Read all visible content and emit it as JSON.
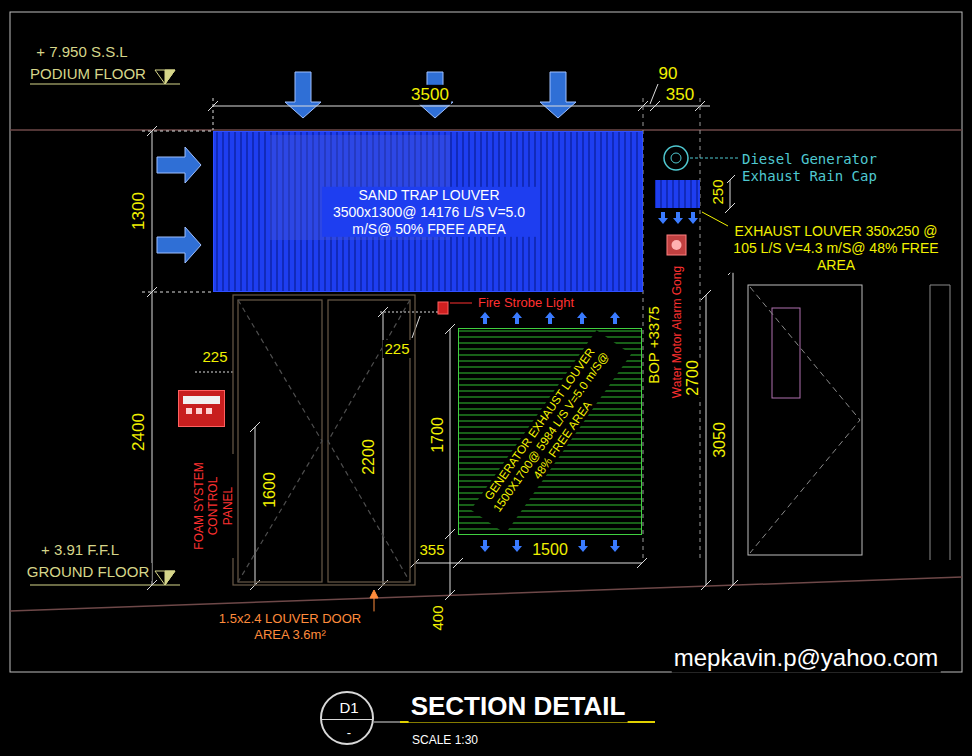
{
  "diagram": {
    "title": "SECTION DETAIL",
    "nodes": [
      {
        "text": [
          "SAND TRAP LOUVER 3500x1300@ 14176 L/S V=5.0 m/S@ 50% FREE AREA"
        ]
      },
      {
        "text": [
          "GENERATOR EXHAUST LOUVER 1500X1700@ 5984 L/S V=5.0 m/S@ 48% FREE AREA"
        ]
      },
      {
        "text": [
          "FOAM SYSTEM CONTROL PANEL"
        ]
      },
      {
        "text": [
          "D1",
          "-"
        ]
      }
    ],
    "labels": [
      "+ 7.950 S.S.L",
      "PODIUM FLOOR",
      "3500",
      "90",
      "350",
      "1300",
      "250",
      "Diesel Generator Exhaust Rain Cap",
      "EXHAUST LOUVER 350x250 @ 105 L/S V=4.3 m/S@ 48% FREE AREA",
      "Fire Strobe Light",
      "225",
      "225",
      "2400",
      "1600",
      "2200",
      "1700",
      "BOP +3375",
      "Water Motor Alarm Gong",
      "2700",
      "3050",
      "355",
      "1500",
      "+ 3.91 F.F.L",
      "GROUND FLOOR",
      "400",
      "1.5x2.4 LOUVER DOOR AREA 3.6m²",
      "mepkavin.p@yahoo.com",
      "SCALE 1:30"
    ]
  }
}
